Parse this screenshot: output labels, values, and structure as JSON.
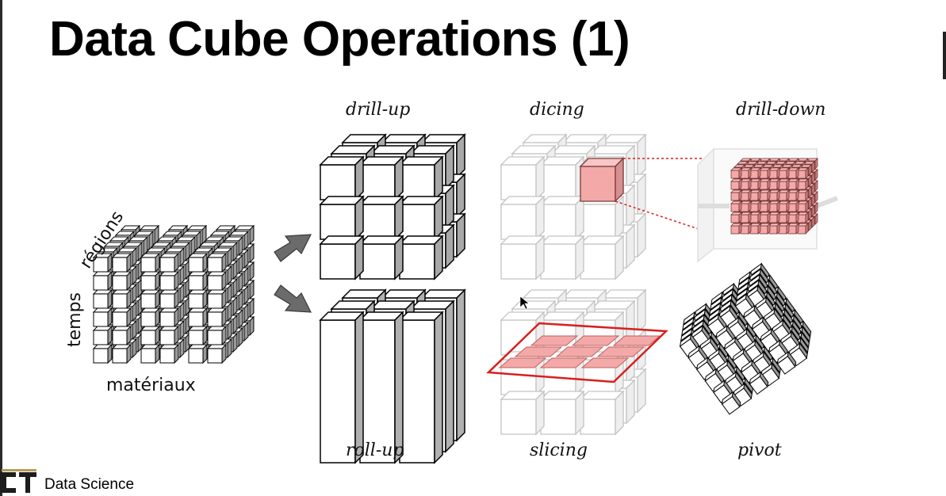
{
  "slide": {
    "title": "Data Cube Operations (1)"
  },
  "axes": {
    "regions": "régions",
    "temps": "temps",
    "materiaux": "matériaux"
  },
  "operations": {
    "drill_up": "drill-up",
    "dicing": "dicing",
    "drill_down": "drill-down",
    "roll_up": "roll-up",
    "slicing": "slicing",
    "pivot": "pivot"
  },
  "footer": {
    "brand": "Data Science"
  },
  "colors": {
    "highlight_fill": "#f4a9a9",
    "slice_outline": "#d81f1f",
    "arrow_fill": "#6b6b6b"
  }
}
